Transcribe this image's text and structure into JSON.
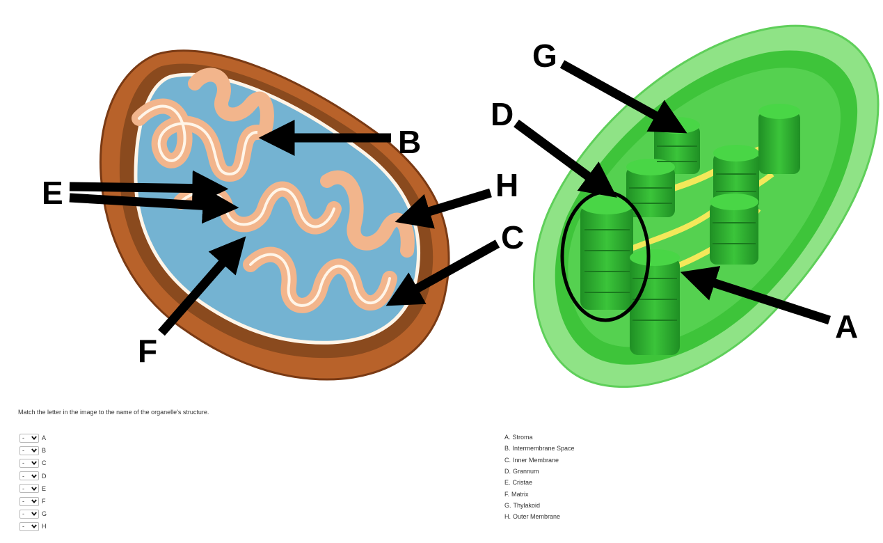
{
  "diagram": {
    "labels": {
      "a": "A",
      "b": "B",
      "c": "C",
      "d": "D",
      "e": "E",
      "f": "F",
      "g": "G",
      "h": "H"
    },
    "colors": {
      "mito_outer": "#b8622a",
      "mito_inner": "#f2b58c",
      "matrix": "#74b3d2",
      "chloro_outer": "#8fe386",
      "chloro_inner": "#3ec43a",
      "granum": "#2ea82a",
      "lamella": "#f3e85a"
    }
  },
  "question": {
    "prompt": "Match the letter in the image to the name of the organelle's structure.",
    "select_placeholder": "-",
    "items": [
      {
        "letter": "A"
      },
      {
        "letter": "B"
      },
      {
        "letter": "C"
      },
      {
        "letter": "D"
      },
      {
        "letter": "E"
      },
      {
        "letter": "F"
      },
      {
        "letter": "G"
      },
      {
        "letter": "H"
      }
    ],
    "answers": [
      {
        "letter": "A.",
        "text": "Stroma"
      },
      {
        "letter": "B.",
        "text": "Intermembrane Space"
      },
      {
        "letter": "C.",
        "text": "Inner Membrane"
      },
      {
        "letter": "D.",
        "text": "Grannum"
      },
      {
        "letter": "E.",
        "text": "Cristae"
      },
      {
        "letter": "F.",
        "text": "Matrix"
      },
      {
        "letter": "G.",
        "text": "Thylakoid"
      },
      {
        "letter": "H.",
        "text": "Outer Membrane"
      }
    ]
  }
}
